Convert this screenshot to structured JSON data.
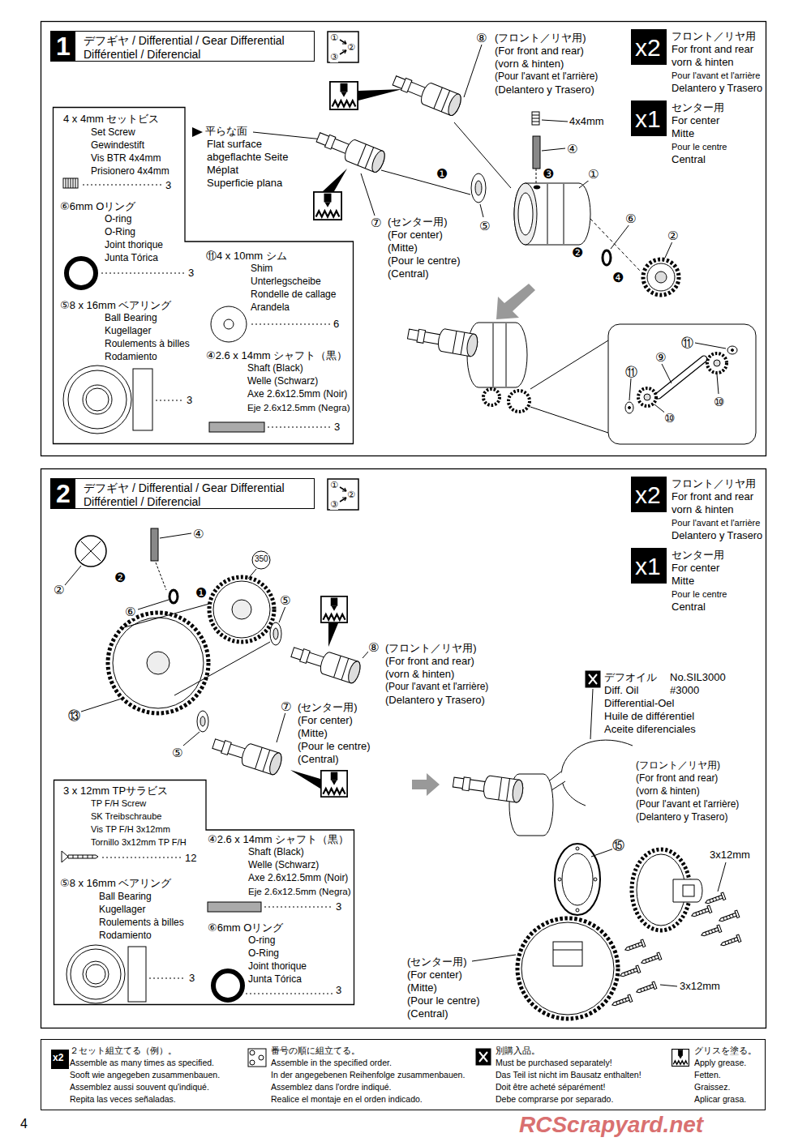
{
  "diagram": {
    "nodes": [
      {
        "text": [
          "1",
          "デフギヤ / Differential / Gear Differential",
          "Différentiel / Diferencial"
        ]
      },
      {
        "text": [
          "x2",
          "フロント／リヤ用",
          "For front and rear",
          "vorn & hinten",
          "Pour l'avant et l'arrière",
          "Delantero y Trasero"
        ]
      },
      {
        "text": [
          "x1",
          "センター用",
          "For center",
          "Mitte",
          "Pour le centre",
          "Central"
        ]
      },
      {
        "text": [
          "4 x 4mm セットビス",
          "Set Screw",
          "Gewindestift",
          "Vis BTR 4x4mm",
          "Prisionero 4x4mm",
          "3",
          "⑥6mm Oリング",
          "O-ring",
          "O-Ring",
          "Joint thorique",
          "Junta Tórica",
          "3",
          "⑪4 x 10mm シム",
          "Shim",
          "Unterlegscheibe",
          "Rondelle de callage",
          "Arandela",
          "6",
          "⑤8 x 16mm ベアリング",
          "Ball Bearing",
          "Kugellager",
          "Roulements à billes",
          "Rodamiento",
          "3",
          "④2.6 x 14mm シャフト（黒）",
          "Shaft (Black)",
          "Welle (Schwarz)",
          "Axe 2.6x12.5mm (Noir)",
          "Eje 2.6x12.5mm (Negra)",
          "3"
        ]
      },
      {
        "text": [
          "2",
          "デフギヤ / Differential / Gear Differential",
          "Différentiel / Diferencial"
        ]
      },
      {
        "text": [
          "x2",
          "フロント／リヤ用",
          "For front and rear",
          "vorn & hinten",
          "Pour l'avant et l'arrière",
          "Delantero y Trasero"
        ]
      },
      {
        "text": [
          "x1",
          "センター用",
          "For center",
          "Mitte",
          "Pour le centre",
          "Central"
        ]
      },
      {
        "text": [
          "3 x 12mm TPサラビス",
          "TP F/H Screw",
          "SK Treibschraube",
          "Vis TP F/H 3x12mm",
          "Tornillo 3x12mm TP F/H",
          "12",
          "④2.6 x 14mm シャフト（黒）",
          "Shaft (Black)",
          "Welle (Schwarz)",
          "Axe 2.6x12.5mm (Noir)",
          "Eje 2.6x12.5mm (Negra)",
          "3",
          "⑤8 x 16mm ベアリング",
          "Ball Bearing",
          "Kugellager",
          "Roulements à billes",
          "Rodamiento",
          "3",
          "⑥6mm Oリング",
          "O-ring",
          "O-Ring",
          "Joint thorique",
          "Junta Tórica",
          "3"
        ]
      },
      {
        "text": [
          "x2",
          "２セット組立てる（例）。",
          "Assemble as many times as specified.",
          "Sooft wie angegeben zusammenbauen.",
          "Assemblez aussi souvent qu'indiqué.",
          "Repita las veces señaladas.",
          "番号の順に組立てる。",
          "Assemble in the specified order.",
          "In der angegebenen Reihenfolge zusammenbauen.",
          "Assemblez dans l'ordre indiqué.",
          "Realice el montaje en el orden indicado.",
          "別購入品。",
          "Must be purchased separately!",
          "Das Teil ist nicht im Bausatz enthalten!",
          "Doit être acheté séparément!",
          "Debe comprarse por separado.",
          "グリスを塗る。",
          "Apply grease.",
          "Fetten.",
          "Graissez.",
          "Aplicar grasa."
        ]
      }
    ],
    "labels": [
      "①",
      "②",
      "③",
      "⑧",
      "(フロント／リヤ用)",
      "(For front and rear)",
      "(vorn & hinten)",
      "(Pour l'avant et l'arrière)",
      "(Delantero y Trasero)",
      "平らな面",
      "Flat surface",
      "abgeflachte Seite",
      "Méplat",
      "Superficie plana",
      "4x4mm",
      "④",
      "❶",
      "❸",
      "①",
      "⑤",
      "⑦",
      "(センター用)",
      "(For center)",
      "(Mitte)",
      "(Pour le centre)",
      "(Central)",
      "⑥",
      "②",
      "❷",
      "❹",
      "⑪",
      "⑨",
      "⑪",
      "⑩",
      "⑩",
      "①",
      "②",
      "③",
      "④",
      "②",
      "❷",
      "❶",
      "⑥",
      "350",
      "⑤",
      "⑧",
      "(フロント／リヤ用)",
      "(For front and rear)",
      "(vorn & hinten)",
      "(Pour l'avant et l'arrière)",
      "(Delantero y Trasero)",
      "⑦",
      "(センター用)",
      "(For center)",
      "(Mitte)",
      "(Pour le centre)",
      "(Central)",
      "⑬",
      "⑤",
      "デフオイル",
      "No.SIL3000",
      "Diff. Oil",
      "#3000",
      "Differential-Oel",
      "Huile de différentiel",
      "Aceite diferenciales",
      "(フロント／リヤ用)",
      "(For front and rear)",
      "(vorn & hinten)",
      "(Pour l'avant et l'arrière)",
      "(Delantero y Trasero)",
      "⑮",
      "3x12mm",
      "3x12mm",
      "(センター用)",
      "(For center)",
      "(Mitte)",
      "(Pour le centre)",
      "(Central)",
      "4",
      "RCScrapyard.net"
    ]
  }
}
